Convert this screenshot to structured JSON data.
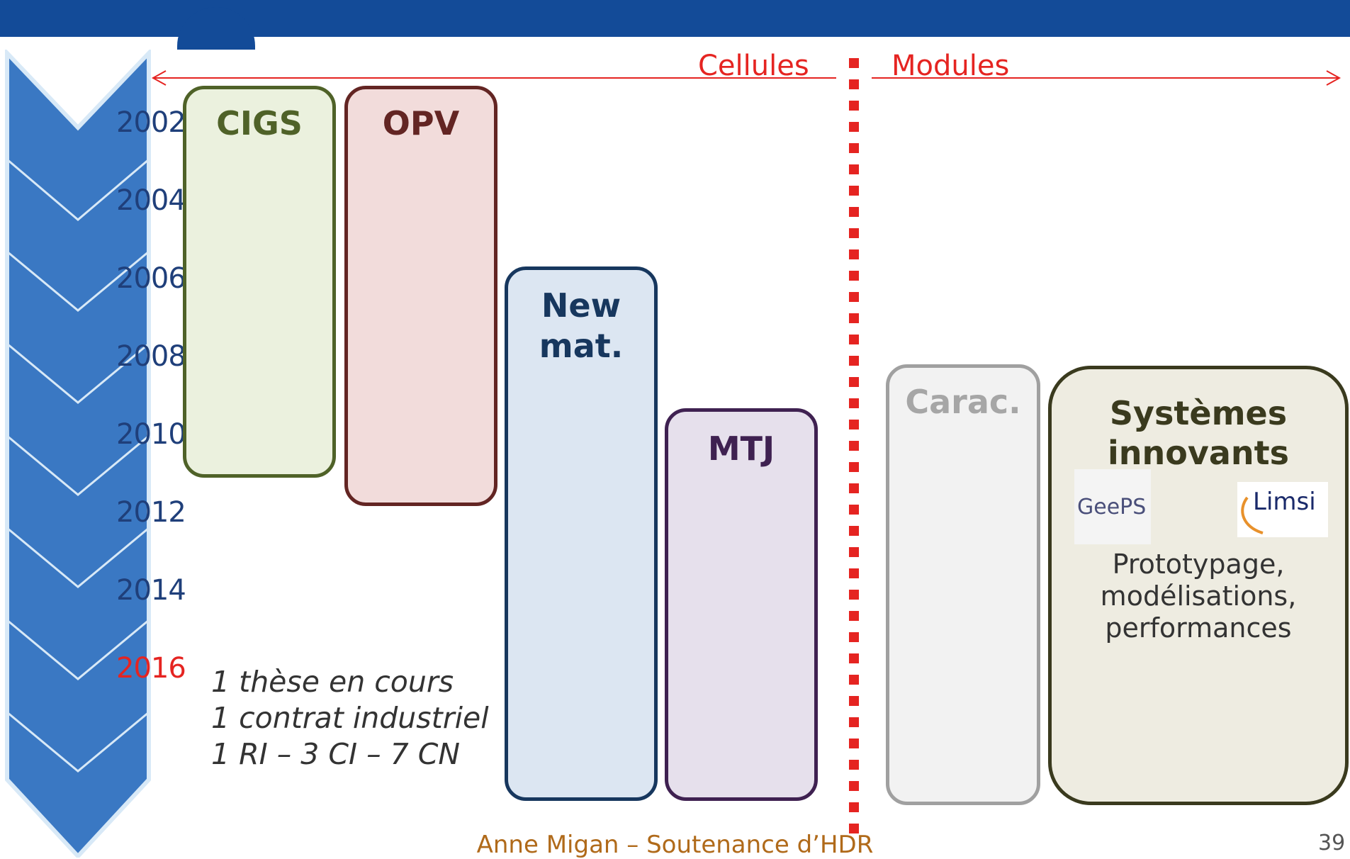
{
  "header": {
    "left_label": "Cellules",
    "right_label": "Modules"
  },
  "timeline": {
    "years": [
      "2002",
      "2004",
      "2006",
      "2008",
      "2010",
      "2012",
      "2014",
      "2016"
    ],
    "highlight_year": "2016",
    "colors": {
      "chevron": "#3a78c3",
      "year_text": "#1f3f7a",
      "highlight": "#e52421"
    }
  },
  "boxes": {
    "cigs": {
      "title": "CIGS"
    },
    "opv": {
      "title": "OPV"
    },
    "newmat": {
      "title_line1": "New",
      "title_line2": "mat."
    },
    "mtj": {
      "title": "MTJ"
    },
    "carac": {
      "title": "Carac."
    },
    "systemes": {
      "title_line1": "Systèmes",
      "title_line2": "innovants",
      "body_line1": "Prototypage,",
      "body_line2": "modélisations,",
      "body_line3": "performances"
    }
  },
  "logos": {
    "geeps": "GeePS",
    "limsi": "Limsi"
  },
  "notes": [
    "1 thèse en cours",
    "1 contrat industriel",
    "1 RI – 3 CI – 7 CN"
  ],
  "footer": {
    "text": "Anne Migan – Soutenance d’HDR",
    "page": "39"
  }
}
